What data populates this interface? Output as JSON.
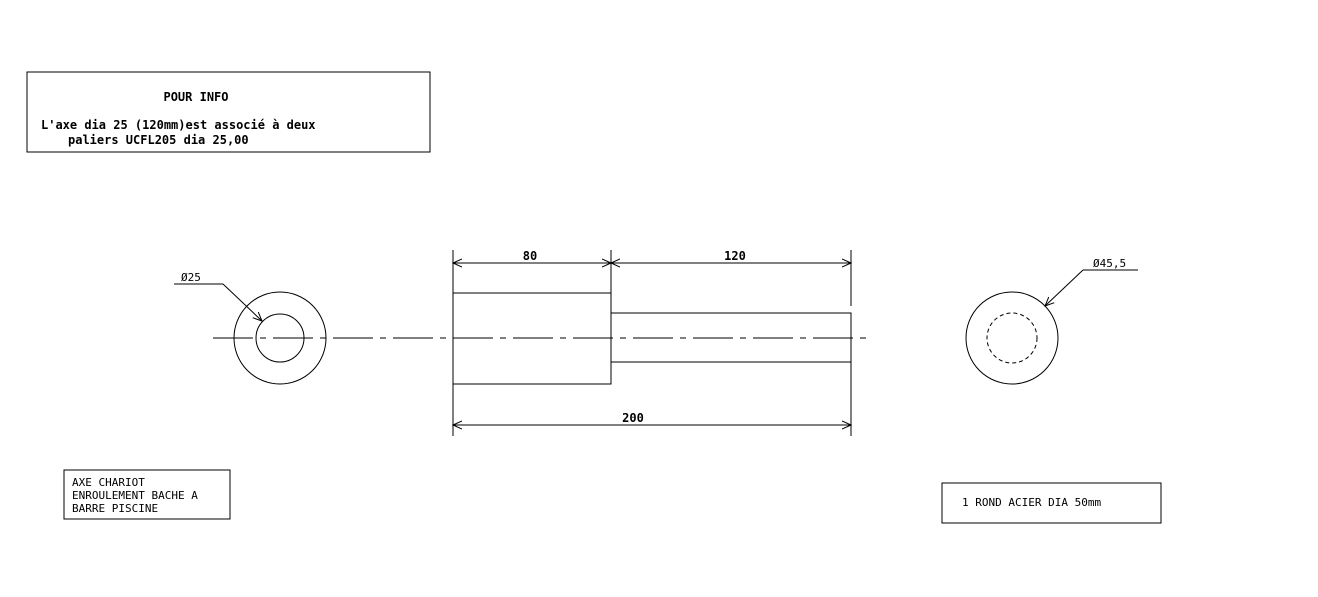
{
  "info_box": {
    "title": "POUR INFO",
    "line1": "L'axe dia 25 (120mm)est associé à deux",
    "line2": "paliers UCFL205 dia 25,00"
  },
  "dimensions": {
    "small_diameter": "Ø25",
    "large_diameter": "Ø45,5",
    "length_a": "80",
    "length_b": "120",
    "length_total": "200"
  },
  "part_label": {
    "line1": "AXE CHARIOT",
    "line2": "ENROULEMENT BACHE A",
    "line3": "BARRE PISCINE"
  },
  "material_label": "1 ROND ACIER DIA 50mm"
}
